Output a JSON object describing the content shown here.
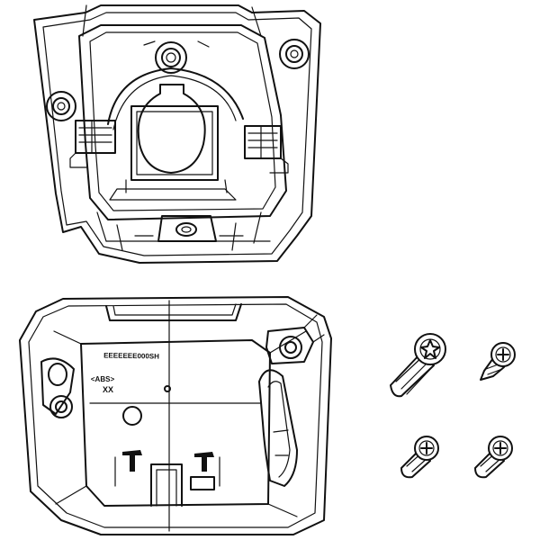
{
  "figure": {
    "part_code": "EEEEEEE000SH",
    "marking_1": "<ABS>",
    "marking_2": "XX"
  },
  "parts": [
    {
      "name": "upper-housing"
    },
    {
      "name": "lower-housing"
    },
    {
      "name": "screw-long-torx"
    },
    {
      "name": "screw-short-pointed"
    },
    {
      "name": "screw-small-phillips-left"
    },
    {
      "name": "screw-small-phillips-right"
    }
  ]
}
